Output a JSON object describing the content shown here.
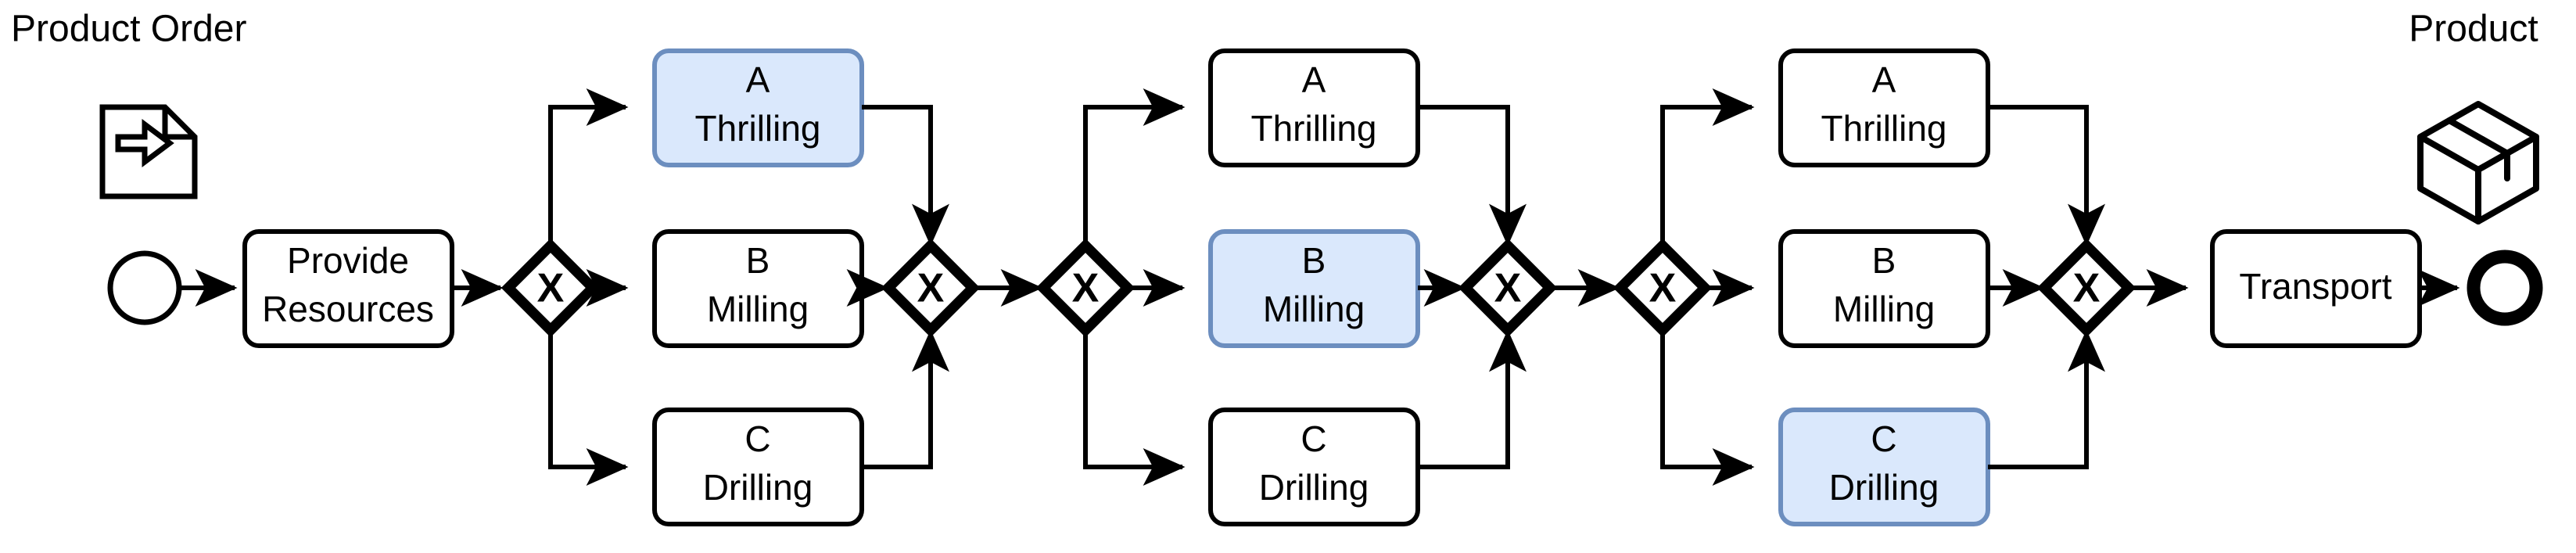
{
  "diagram": {
    "type": "bpmn-process",
    "title": "Product Order to Product manufacturing process",
    "colors": {
      "stroke": "#000000",
      "fill": "#ffffff",
      "highlight_fill": "#dae8fc",
      "highlight_stroke": "#6c8ebf",
      "background": "#ffffff"
    },
    "artifacts": {
      "input": {
        "label": "Product Order",
        "icon": "document-arrow-icon"
      },
      "output": {
        "label": "Product",
        "icon": "package-box-icon"
      }
    },
    "events": {
      "start": {
        "name": "start-event",
        "shape": "circle"
      },
      "end": {
        "name": "end-event",
        "shape": "thick-circle"
      }
    },
    "tasks": {
      "provide_resources": {
        "label_line1": "Provide",
        "label_line2": "Resources",
        "highlighted": false
      },
      "transport": {
        "label_line1": "Transport",
        "label_line2": "",
        "highlighted": false
      }
    },
    "gateway_symbol": "X",
    "stages": [
      {
        "index": 1,
        "name": "stage-1",
        "split_gateway": "X",
        "merge_gateway": "X",
        "branches": [
          {
            "id": "A",
            "letter": "A",
            "operation": "Thrilling",
            "highlighted": true
          },
          {
            "id": "B",
            "letter": "B",
            "operation": "Milling",
            "highlighted": false
          },
          {
            "id": "C",
            "letter": "C",
            "operation": "Drilling",
            "highlighted": false
          }
        ]
      },
      {
        "index": 2,
        "name": "stage-2",
        "split_gateway": "X",
        "merge_gateway": "X",
        "branches": [
          {
            "id": "A",
            "letter": "A",
            "operation": "Thrilling",
            "highlighted": false
          },
          {
            "id": "B",
            "letter": "B",
            "operation": "Milling",
            "highlighted": true
          },
          {
            "id": "C",
            "letter": "C",
            "operation": "Drilling",
            "highlighted": false
          }
        ]
      },
      {
        "index": 3,
        "name": "stage-3",
        "split_gateway": "X",
        "merge_gateway": "X",
        "branches": [
          {
            "id": "A",
            "letter": "A",
            "operation": "Thrilling",
            "highlighted": false
          },
          {
            "id": "B",
            "letter": "B",
            "operation": "Milling",
            "highlighted": false
          },
          {
            "id": "C",
            "letter": "C",
            "operation": "Drilling",
            "highlighted": true
          }
        ]
      }
    ]
  }
}
